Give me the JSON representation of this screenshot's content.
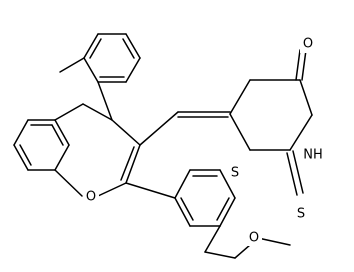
{
  "molecule": {
    "atom_labels": {
      "carbonyl_oxygen": "O",
      "ring_nitrogen": "NH",
      "ring_sulfur": "S",
      "thione_sulfur": "S",
      "pyran_oxygen": "O",
      "ether_oxygen": "O"
    }
  }
}
